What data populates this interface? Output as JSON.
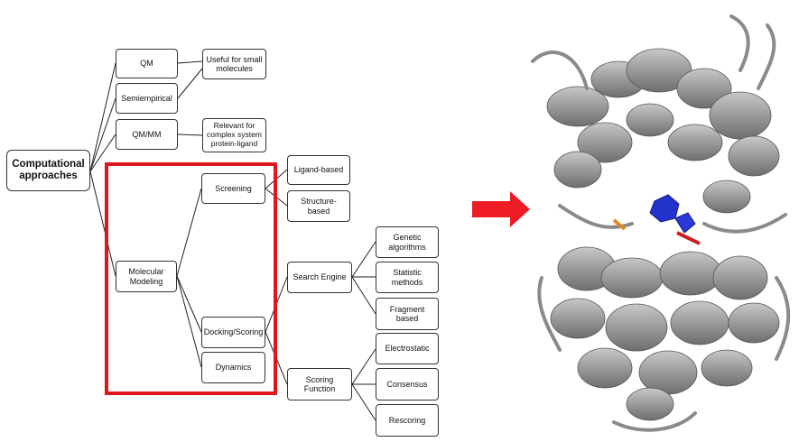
{
  "tree": {
    "root": "Computational\napproaches",
    "qm": "QM",
    "semiempirical": "Semiempirical",
    "qmmm": "QM/MM",
    "note_small": "Useful for small\nmolecules",
    "note_complex": "Relevant for\ncomplex system\nprotein-ligand",
    "molecular_modeling": "Molecular\nModeling",
    "screening": "Screening",
    "ligand_based": "Ligand-based",
    "structure_based": "Structure-based",
    "docking_scoring": "Docking/Scoring",
    "dynamics": "Dynamics",
    "search_engine": "Search Engine",
    "genetic": "Genetic\nalgorithms",
    "statistic": "Statistic\nmethods",
    "fragment": "Fragment based",
    "scoring_function": "Scoring Function",
    "electrostatic": "Electrostatic",
    "consensus": "Consensus",
    "rescoring": "Rescoring"
  },
  "colors": {
    "highlight": "#e0161e",
    "arrow": "#ee1c24",
    "ribbon": "#9a9a9a",
    "ligand": "#2233cc"
  },
  "figure": {
    "arrow_icon": "right-arrow-icon",
    "structure_image": "protein-ribbon-structure"
  }
}
